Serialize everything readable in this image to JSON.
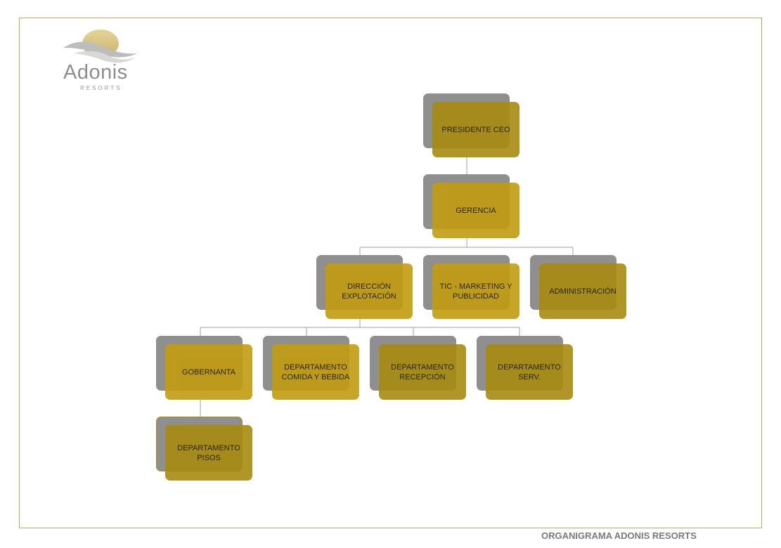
{
  "brand": {
    "name": "Adonis",
    "tagline": "RESORTS"
  },
  "footer": {
    "title": "ORGANIGRAMA ADONIS RESORTS"
  },
  "org_chart": {
    "nodes": [
      {
        "id": "ceo",
        "label": "PRESIDENTE CEO",
        "parent": null
      },
      {
        "id": "gerencia",
        "label": "GERENCIA",
        "parent": "ceo"
      },
      {
        "id": "direccion",
        "label": "DIRECCIÓN EXPLOTACIÓN",
        "parent": "gerencia"
      },
      {
        "id": "tic",
        "label": "TIC - MARKETING Y PUBLICIDAD",
        "parent": "gerencia"
      },
      {
        "id": "admin",
        "label": "ADMINISTRACIÓN",
        "parent": "gerencia"
      },
      {
        "id": "gobernanta",
        "label": "GOBERNANTA",
        "parent": "direccion"
      },
      {
        "id": "comida",
        "label": "DEPARTAMENTO COMIDA Y BEBIDA",
        "parent": "direccion"
      },
      {
        "id": "recepcion",
        "label": "DEPARTAMENTO RECEPCIÓN",
        "parent": "direccion"
      },
      {
        "id": "serv",
        "label": "DEPARTAMENTO SERV.",
        "parent": "direccion"
      },
      {
        "id": "pisos",
        "label": "DEPARTAMENTO PISOS",
        "parent": "gobernanta"
      }
    ]
  },
  "colors": {
    "frame": "#b7ab64",
    "node_gold": "#c29c10",
    "node_dark_gold": "#a88a10",
    "node_shadow": "#8f8f8f",
    "connector": "#a0a0a0"
  }
}
